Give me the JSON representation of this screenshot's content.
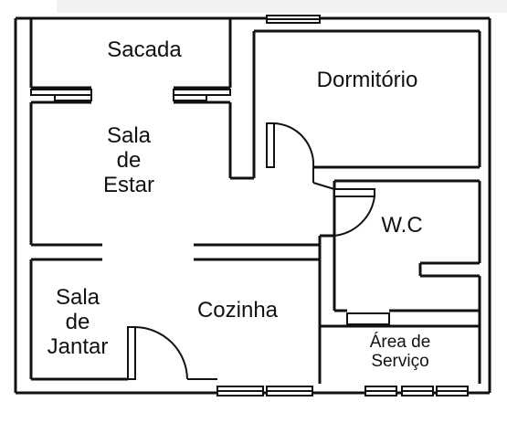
{
  "rooms": {
    "sacada": "Sacada",
    "dormitorio": "Dormitório",
    "sala_estar": [
      "Sala",
      "de",
      "Estar"
    ],
    "wc": "W.C",
    "sala_jantar": [
      "Sala",
      "de",
      "Jantar"
    ],
    "cozinha": "Cozinha",
    "area_servico": [
      "Área de",
      "Serviço"
    ]
  },
  "colors": {
    "wall": "#111111",
    "background": "#ffffff"
  }
}
